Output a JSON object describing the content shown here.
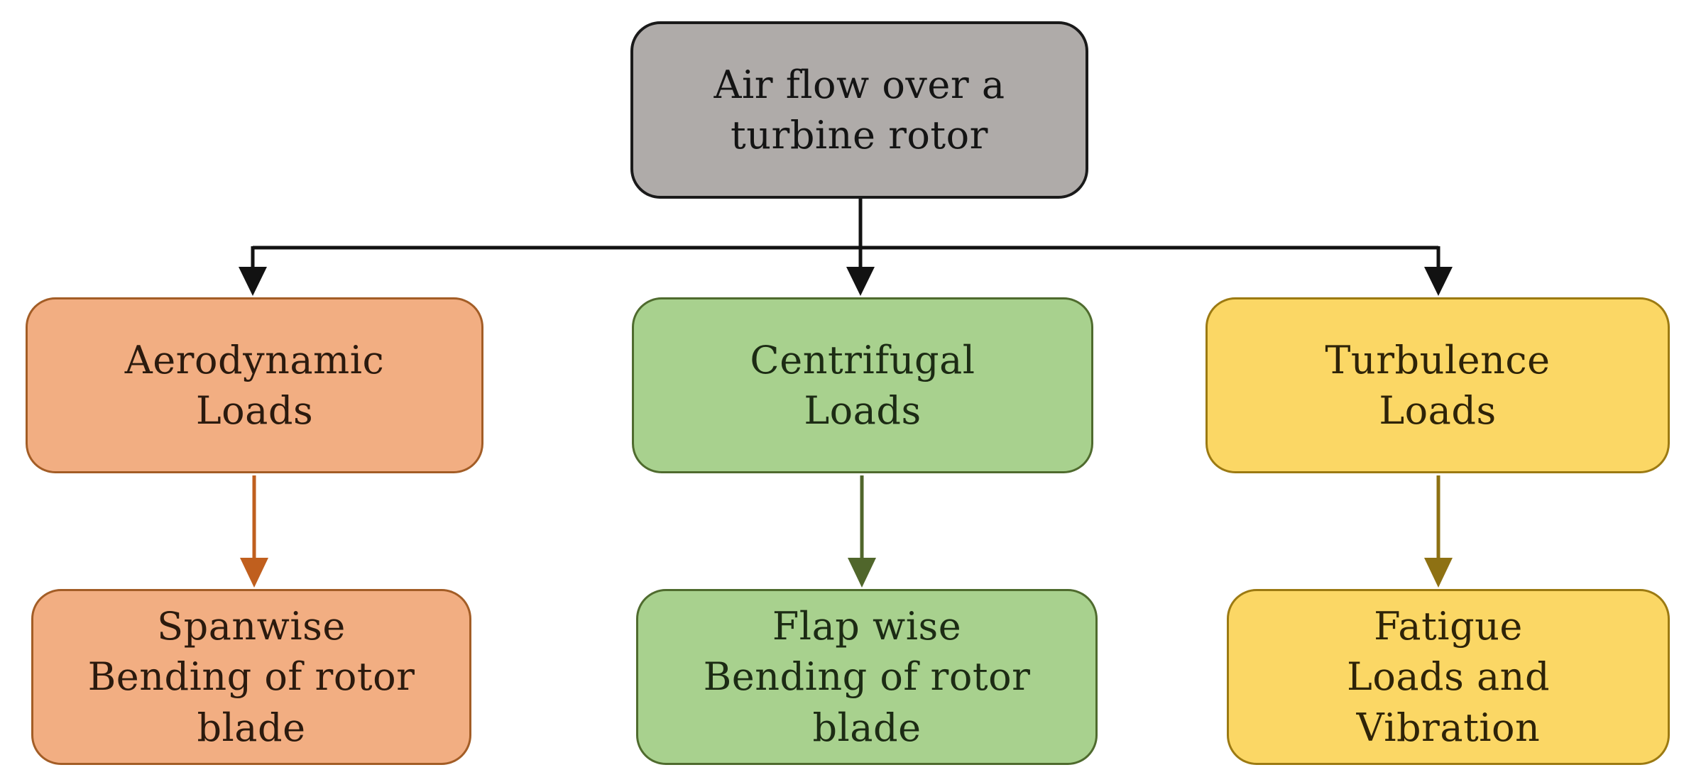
{
  "diagram": {
    "type": "flowchart",
    "nodes": {
      "root": {
        "label": "Air flow over a\nturbine rotor",
        "theme": "gray"
      },
      "aerodynamic": {
        "label": "Aerodynamic\nLoads",
        "theme": "orange"
      },
      "centrifugal": {
        "label": "Centrifugal\nLoads",
        "theme": "green"
      },
      "turbulence": {
        "label": "Turbulence\nLoads",
        "theme": "yellow"
      },
      "spanwise": {
        "label": "Spanwise\nBending of rotor\nblade",
        "theme": "orange"
      },
      "flapwise": {
        "label": "Flap wise\nBending of rotor\nblade",
        "theme": "green"
      },
      "fatigue": {
        "label": "Fatigue\nLoads and\nVibration",
        "theme": "yellow"
      }
    },
    "edges": [
      {
        "from": "root",
        "to": "aerodynamic",
        "color": "black"
      },
      {
        "from": "root",
        "to": "centrifugal",
        "color": "black"
      },
      {
        "from": "root",
        "to": "turbulence",
        "color": "black"
      },
      {
        "from": "aerodynamic",
        "to": "spanwise",
        "color": "orange"
      },
      {
        "from": "centrifugal",
        "to": "flapwise",
        "color": "green"
      },
      {
        "from": "turbulence",
        "to": "fatigue",
        "color": "gold"
      }
    ]
  },
  "colors": {
    "background": "#FFFFFF",
    "edge-black": "#121212",
    "gray-fill": "#AFABA9",
    "gray-border": "#1A1A1A",
    "gray-text": "#141414",
    "orange-fill": "#F2AE82",
    "orange-border": "#A35D26",
    "orange-text": "#2B1A0E",
    "orange-arrow": "#C05F1E",
    "green-fill": "#A8D18E",
    "green-border": "#4F6B2E",
    "green-text": "#1C2B14",
    "green-arrow": "#50662B",
    "yellow-fill": "#FBD765",
    "yellow-border": "#9C7A12",
    "yellow-text": "#2E2308",
    "yellow-arrow": "#8E7113"
  }
}
